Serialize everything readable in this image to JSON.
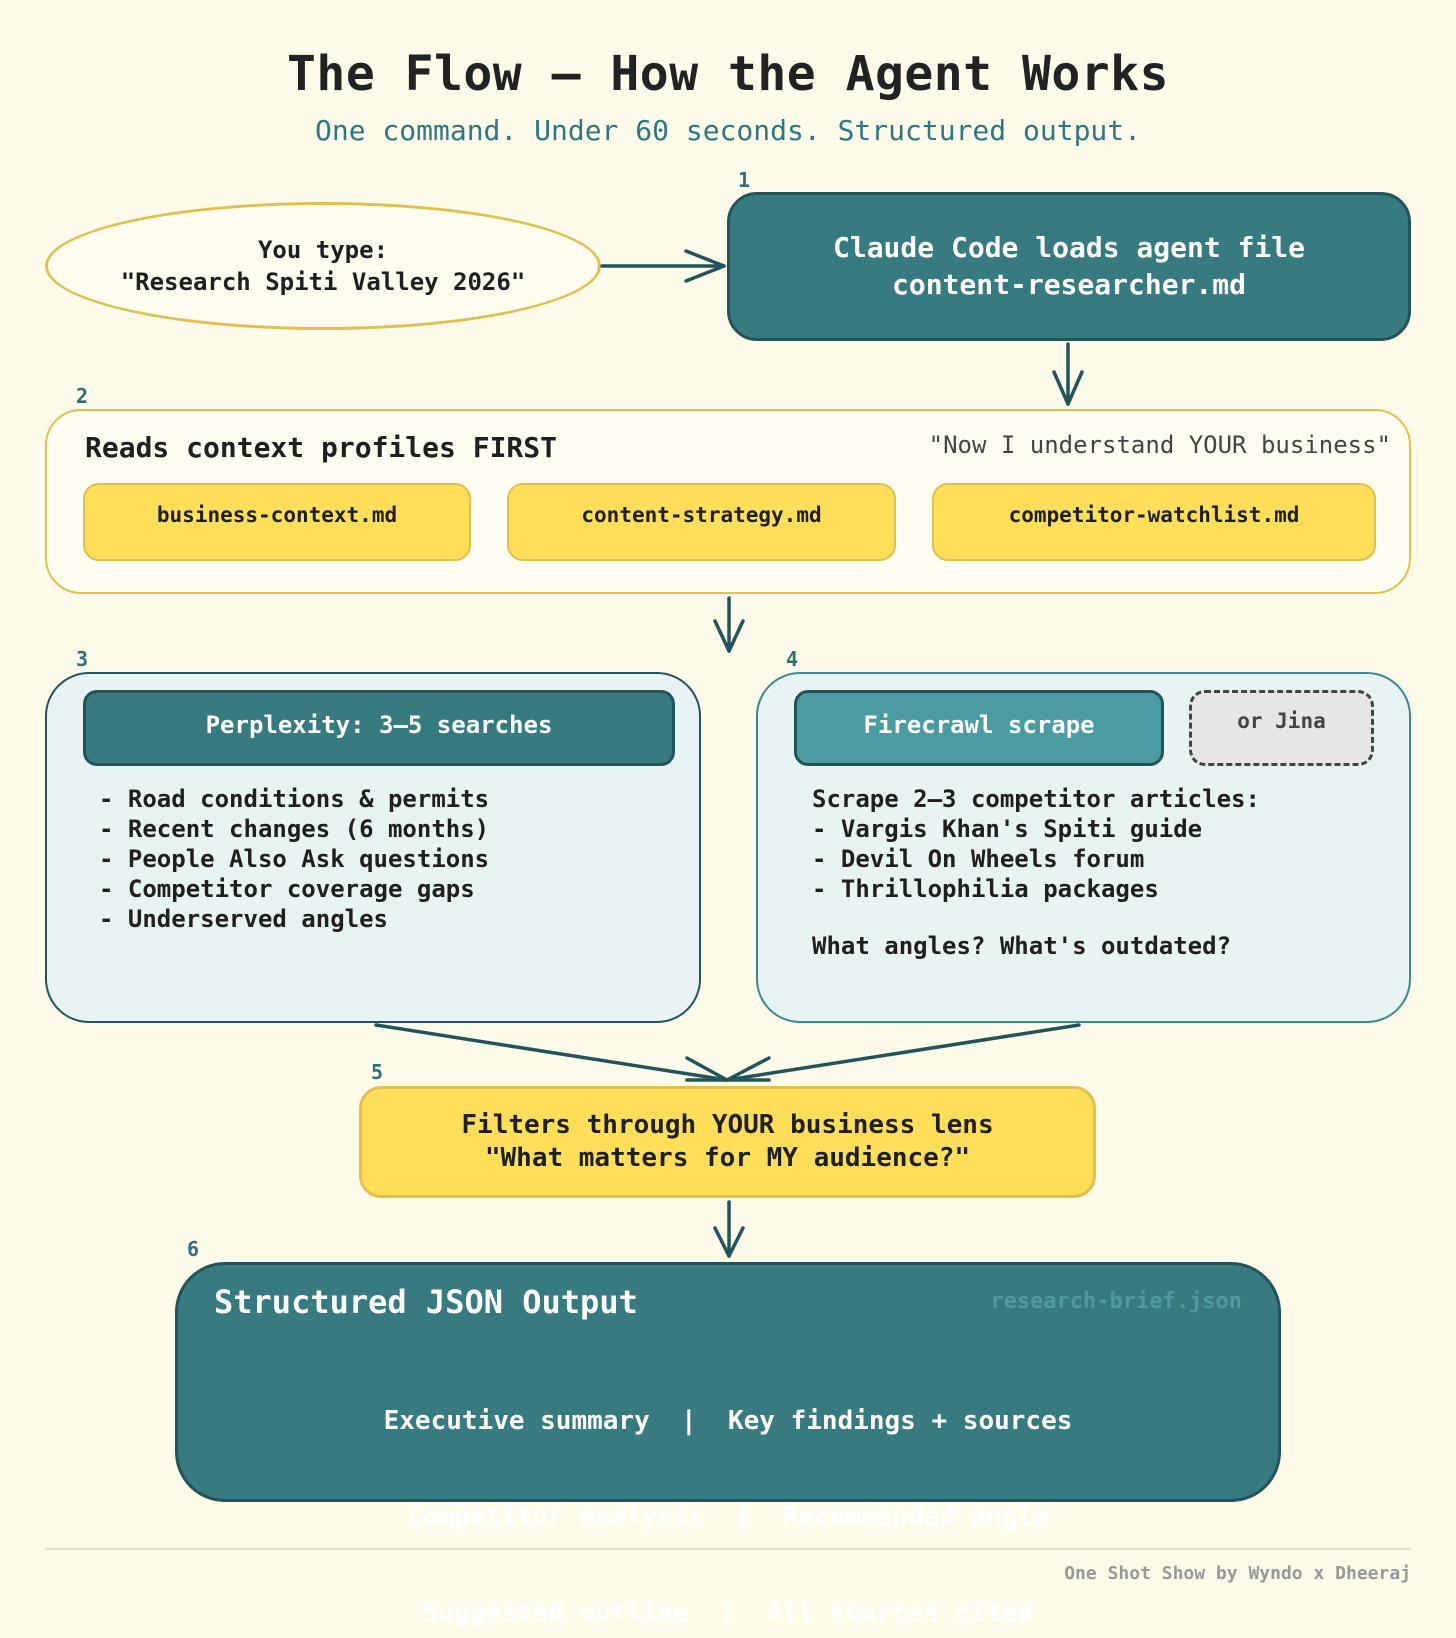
{
  "header": {
    "title": "The Flow – How the Agent Works",
    "subtitle": "One command. Under 60 seconds. Structured output."
  },
  "input": {
    "line1": "You type:",
    "line2": "\"Research Spiti Valley 2026\""
  },
  "step1": {
    "number": "1",
    "line1": "Claude Code loads agent file",
    "line2": "content-researcher.md"
  },
  "step2": {
    "number": "2",
    "heading": "Reads context profiles FIRST",
    "quote": "\"Now I understand YOUR business\"",
    "files": [
      "business-context.md",
      "content-strategy.md",
      "competitor-watchlist.md"
    ]
  },
  "step3": {
    "number": "3",
    "header": "Perplexity: 3–5 searches",
    "items": [
      "- Road conditions & permits",
      "- Recent changes (6 months)",
      "- People Also Ask questions",
      "- Competitor coverage gaps",
      "- Underserved angles"
    ]
  },
  "step4": {
    "number": "4",
    "header": "Firecrawl scrape",
    "alternative": "or Jina",
    "items": [
      "Scrape 2–3 competitor articles:",
      "- Vargis Khan's Spiti guide",
      "- Devil On Wheels forum",
      "- Thrillophilia packages"
    ],
    "question": "What angles? What's outdated?"
  },
  "step5": {
    "number": "5",
    "line1": "Filters through YOUR business lens",
    "line2": "\"What matters for MY audience?\""
  },
  "step6": {
    "number": "6",
    "title": "Structured JSON Output",
    "file": "research-brief.json",
    "lines": [
      "Executive summary  |  Key findings + sources",
      "Competitor analysis  |  Recommended angle",
      "Suggested outline  |  All sources cited"
    ]
  },
  "footer": {
    "credit": "One Shot Show by Wyndo x Dheeraj"
  },
  "colors": {
    "background": "#fefbea",
    "teal": "#377b80",
    "teal_dark": "#22545a",
    "yellow": "#ffde5a",
    "yellow_border": "#e2c04f",
    "light_panel": "#e8f4f3"
  }
}
